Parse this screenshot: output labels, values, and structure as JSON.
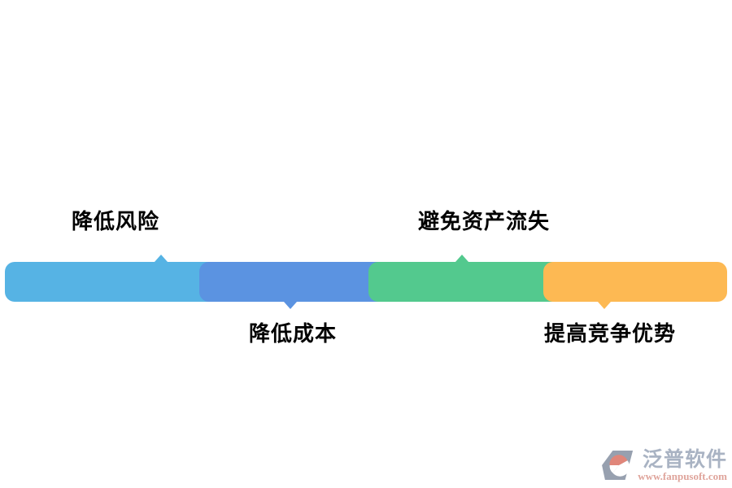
{
  "diagram": {
    "type": "segmented-benefit-bar",
    "segments": [
      {
        "label": "降低风险",
        "label_position": "top",
        "color": "#56b3e4"
      },
      {
        "label": "降低成本",
        "label_position": "bottom",
        "color": "#5b93e1"
      },
      {
        "label": "避免资产流失",
        "label_position": "top",
        "color": "#53c98e"
      },
      {
        "label": "提高竞争优势",
        "label_position": "bottom",
        "color": "#fdb953"
      }
    ],
    "text_color": "#000000",
    "background_color": "#ffffff"
  },
  "watermark": {
    "brand": "泛普软件",
    "url": "www.fanpusoft.com",
    "brand_color": "#a9b3c3",
    "url_color": "#dfa49b",
    "logo_gray": "#97a0af",
    "logo_accent": "#e0867a"
  }
}
